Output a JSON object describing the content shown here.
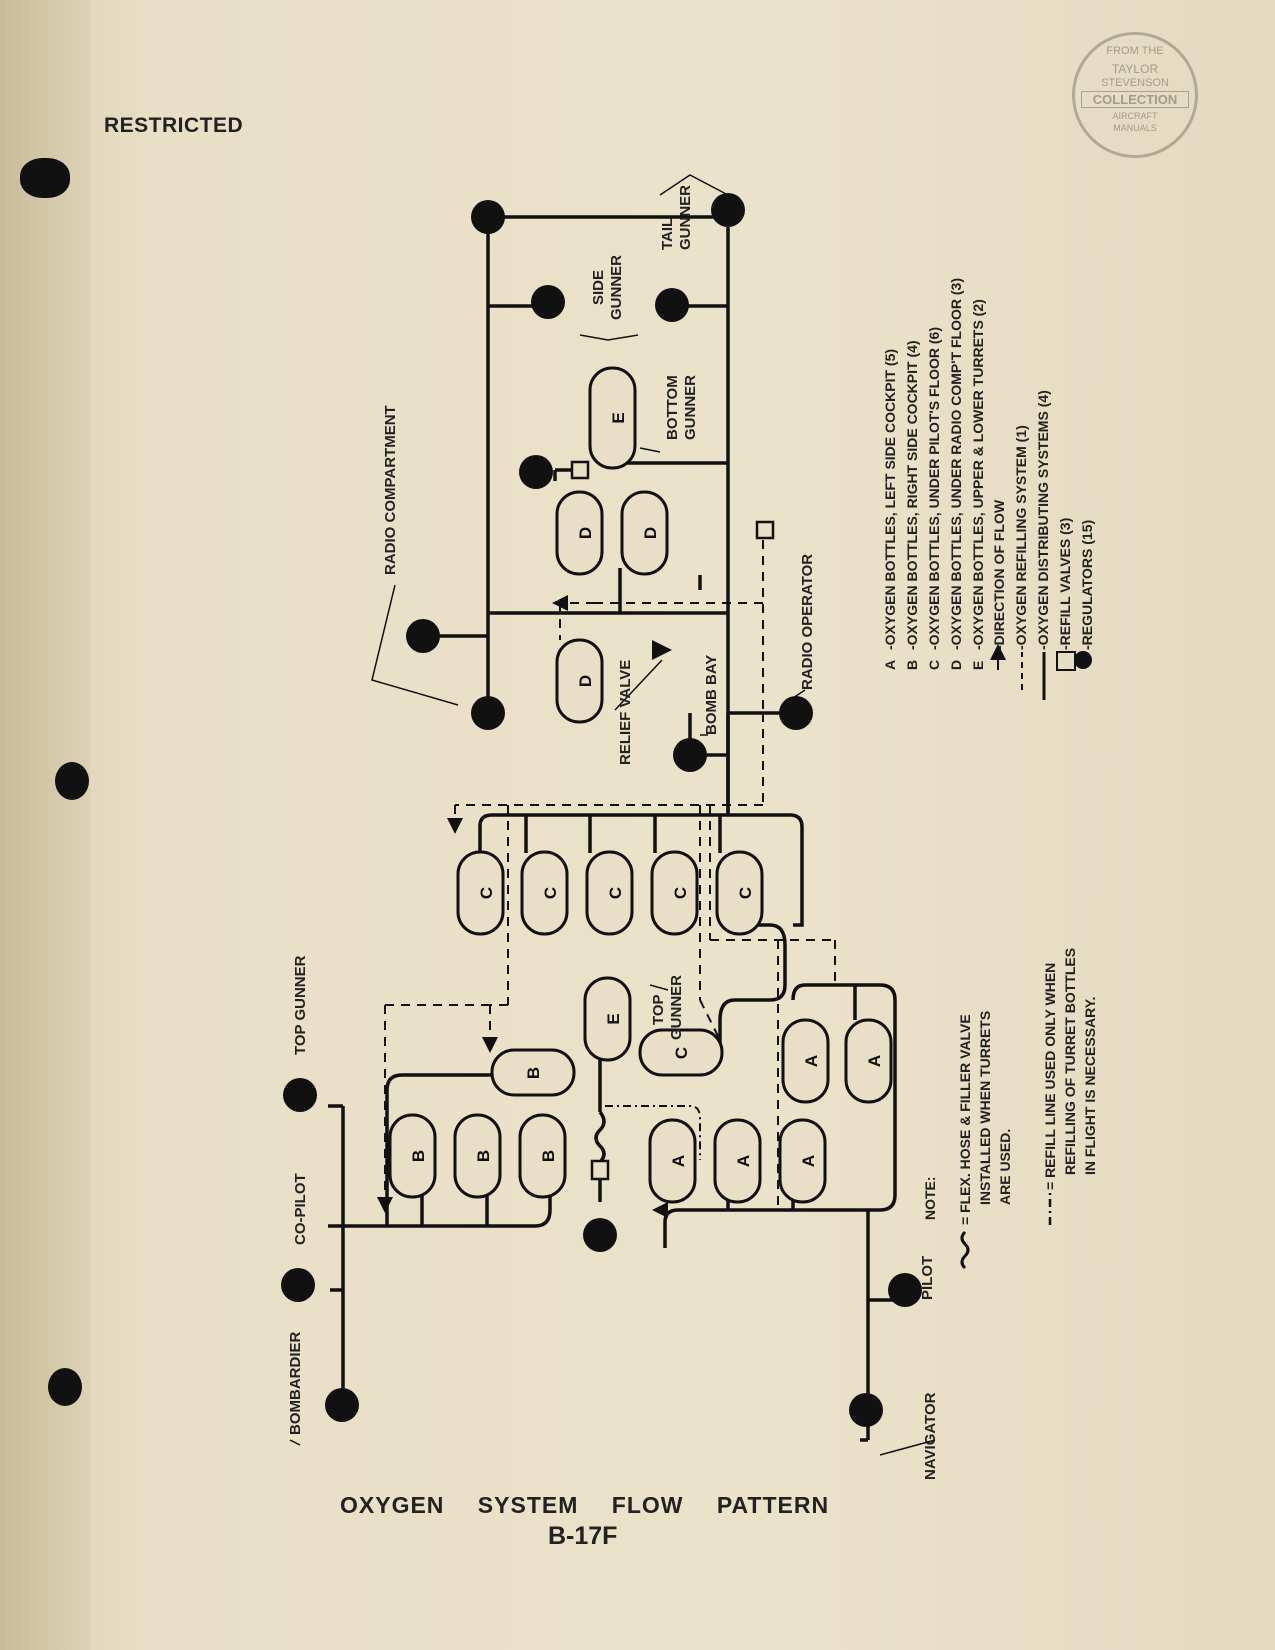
{
  "header": {
    "classification": "RESTRICTED"
  },
  "stamp": {
    "line1": "FROM THE",
    "line2": "TAYLOR",
    "line3": "STEVENSON",
    "line4": "COLLECTION",
    "line5": "AIRCRAFT",
    "line6": "MANUALS"
  },
  "diagram": {
    "title": "OXYGEN SYSTEM FLOW PATTERN",
    "model": "B-17F",
    "labels": {
      "tail_gunner": [
        "TAIL",
        "GUNNER"
      ],
      "side_gunner": [
        "SIDE",
        "GUNNER"
      ],
      "bottom_gunner": [
        "BOTTOM",
        "GUNNER"
      ],
      "radio_compartment": "RADIO COMPARTMENT",
      "radio_operator": "RADIO OPERATOR",
      "relief_valve": "RELIEF VALVE",
      "bomb_bay": "BOMB BAY",
      "top_gunner_1": "TOP GUNNER",
      "top_gunner_2": [
        "TOP",
        "GUNNER"
      ],
      "co_pilot": "CO-PILOT",
      "bombardier": "BOMBARDIER",
      "pilot": "PILOT",
      "navigator": "NAVIGATOR"
    },
    "bottles": {
      "A": "A",
      "B": "B",
      "C": "C",
      "D": "D",
      "E": "E"
    }
  },
  "legend": {
    "items": [
      {
        "key": "A",
        "text": "-OXYGEN BOTTLES, LEFT SIDE COCKPIT (5)"
      },
      {
        "key": "B",
        "text": "-OXYGEN BOTTLES, RIGHT SIDE COCKPIT (4)"
      },
      {
        "key": "C",
        "text": "-OXYGEN BOTTLES, UNDER PILOT'S FLOOR (6)"
      },
      {
        "key": "D",
        "text": "-OXYGEN BOTTLES, UNDER RADIO COMP'T FLOOR (3)"
      },
      {
        "key": "E",
        "text": "-OXYGEN BOTTLES, UPPER & LOWER TURRETS (2)"
      }
    ],
    "symbols": [
      {
        "text": "-DIRECTION OF FLOW"
      },
      {
        "text": "-OXYGEN REFILLING SYSTEM (1)"
      },
      {
        "text": "-OXYGEN DISTRIBUTING SYSTEMS (4)"
      },
      {
        "text": "-REFILL VALVES (3)"
      },
      {
        "text": "-REGULATORS (15)"
      }
    ]
  },
  "note": {
    "heading": "NOTE:",
    "items": [
      {
        "lines": [
          "= FLEX. HOSE & FILLER VALVE",
          "INSTALLED WHEN TURRETS",
          "ARE USED."
        ]
      },
      {
        "lines": [
          "= REFILL LINE USED ONLY WHEN",
          "REFILLING OF TURRET BOTTLES",
          "IN FLIGHT IS NECESSARY."
        ]
      }
    ]
  },
  "colors": {
    "paper": "#e8dfc6",
    "ink": "#111111"
  }
}
